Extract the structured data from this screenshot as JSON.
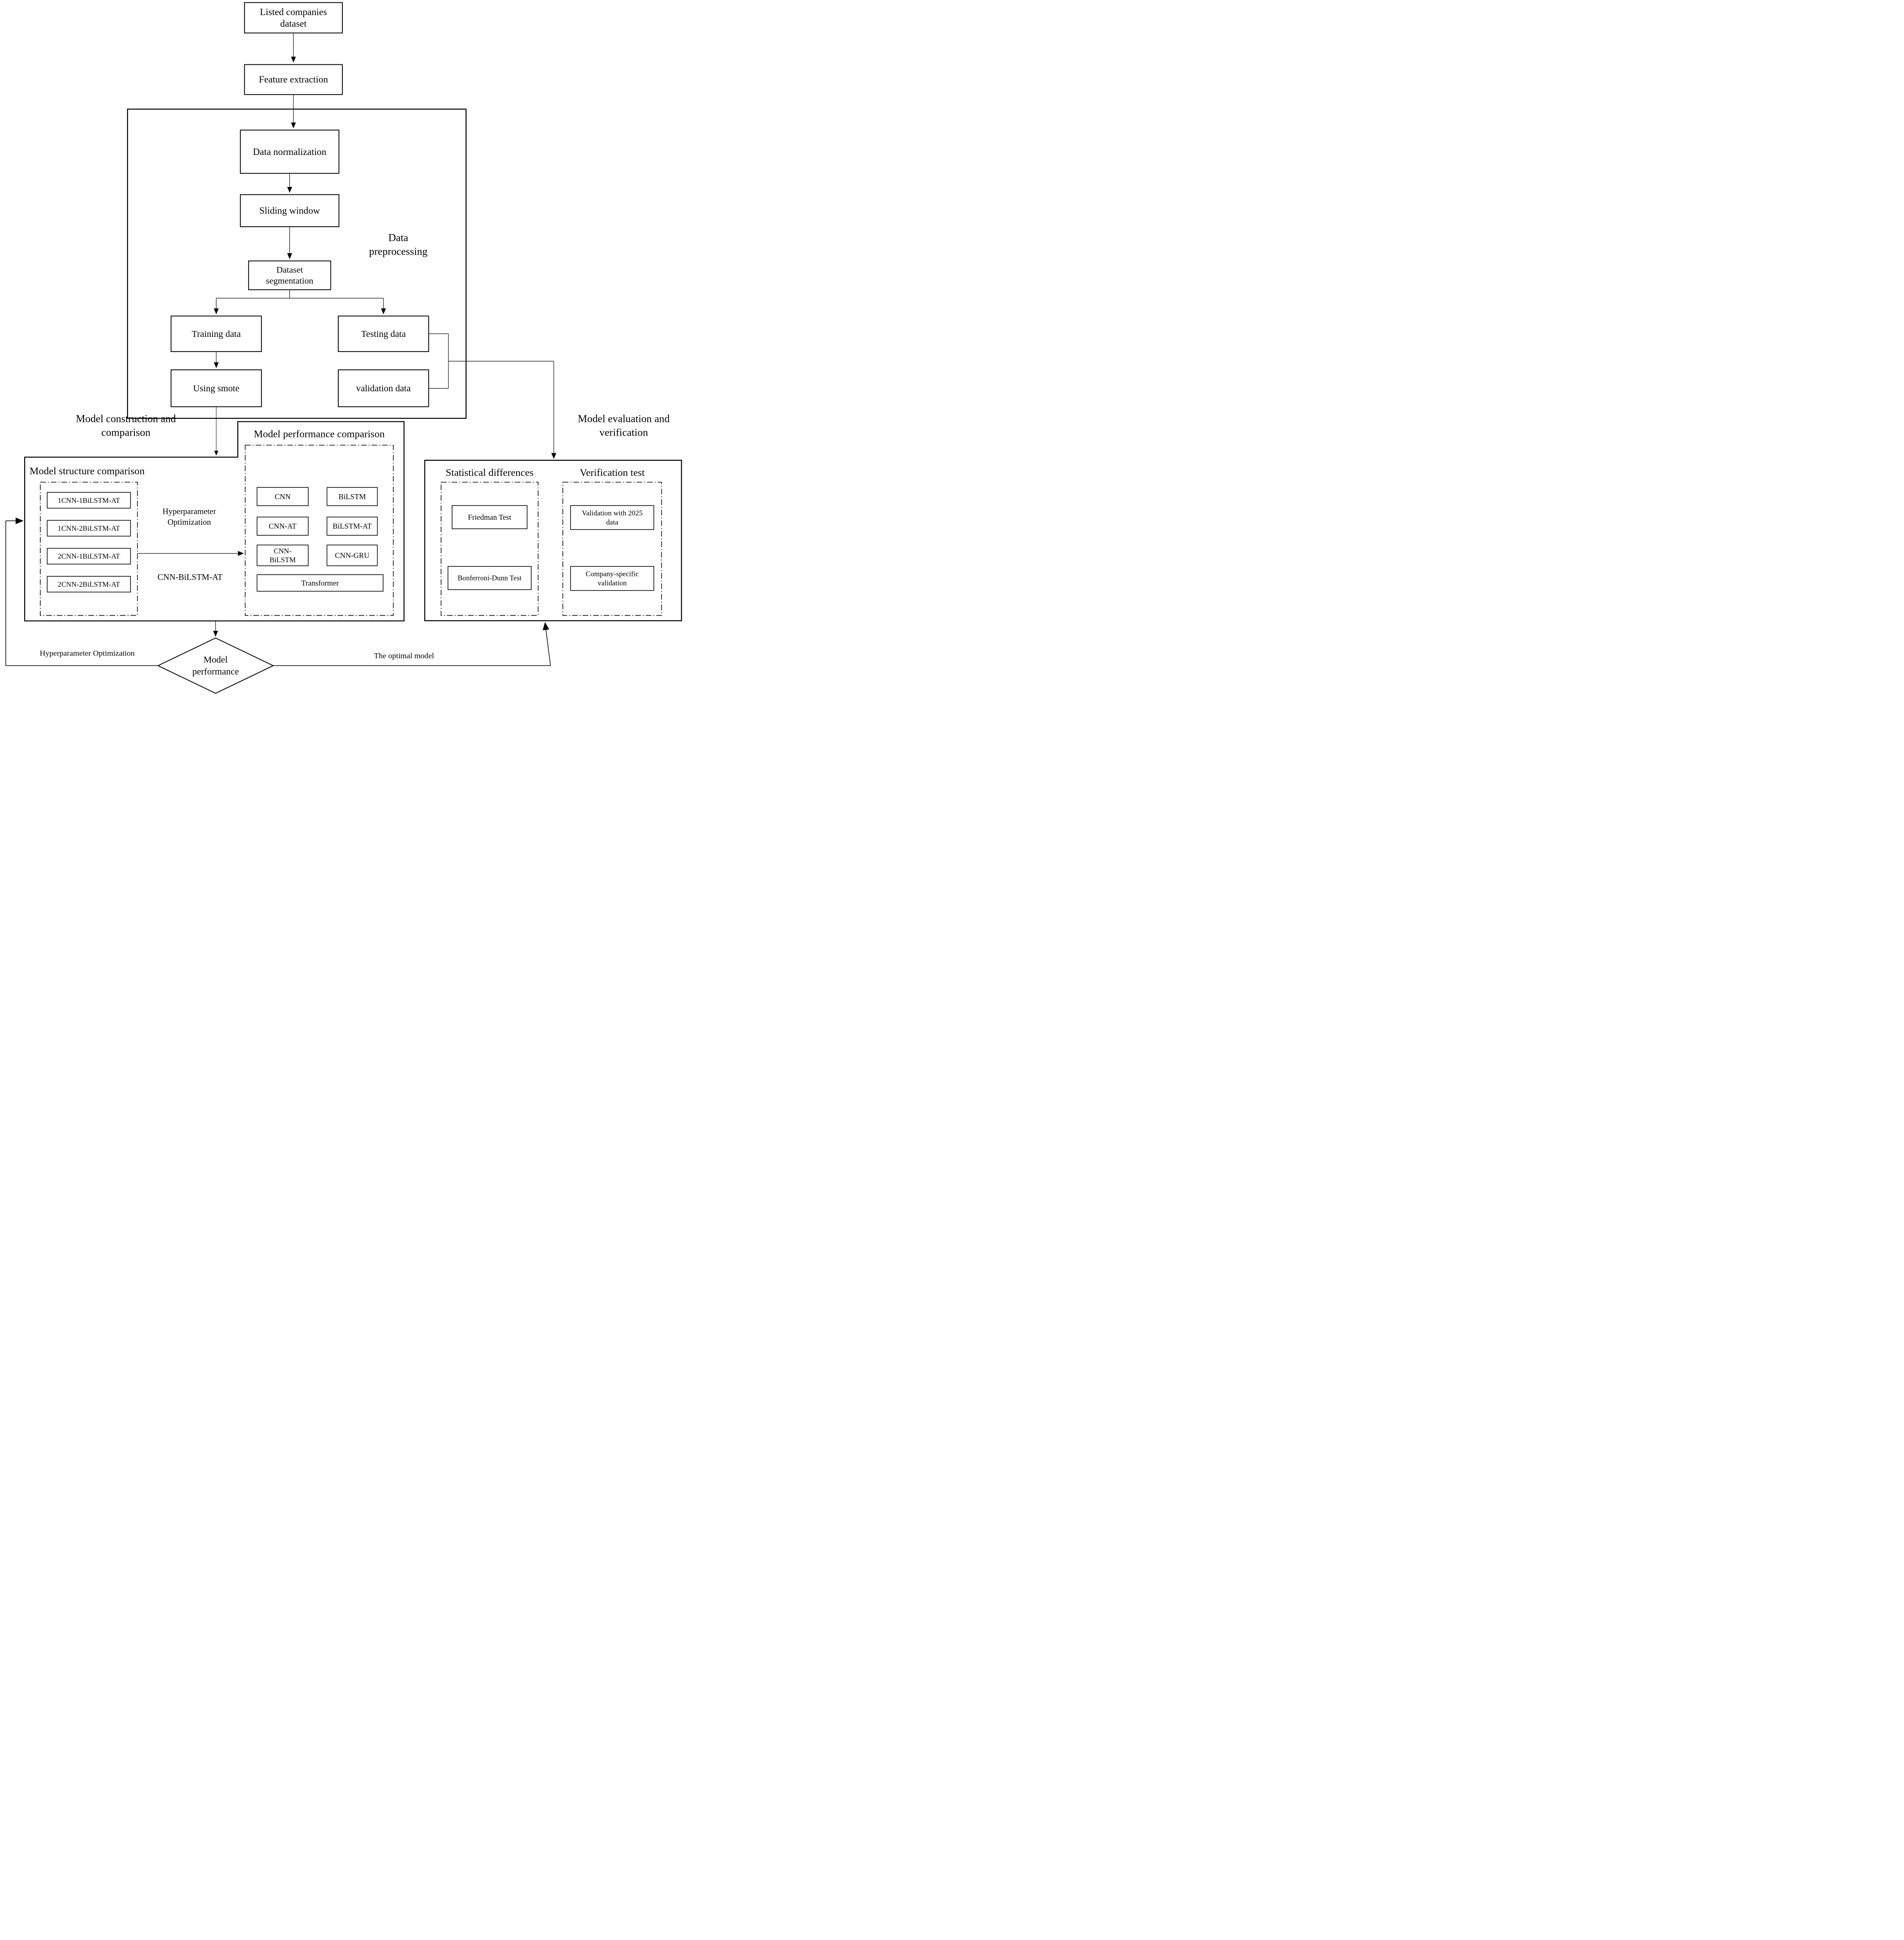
{
  "diagram": {
    "flow": {
      "listed": "Listed companies\ndataset",
      "feature": "Feature extraction",
      "normalization": "Data normalization",
      "sliding": "Sliding window",
      "segmentation": "Dataset\nsegmentation",
      "training": "Training data",
      "testing": "Testing data",
      "smote": "Using smote",
      "validation": "validation data"
    },
    "section_labels": {
      "preprocessing": "Data\npreprocessing",
      "construction": "Model construction and\ncomparison",
      "evaluation": "Model evaluation and\nverification"
    },
    "construction": {
      "structure_heading": "Model structure comparison",
      "structure_models": [
        "1CNN-1BiLSTM-AT",
        "1CNN-2BiLSTM-AT",
        "2CNN-1BiLSTM-AT",
        "2CNN-2BiLSTM-AT"
      ],
      "hyperparameter_label": "Hyperparameter\nOptimization",
      "optimized_model_label": "CNN-BiLSTM-AT",
      "performance_heading": "Model performance comparison",
      "performance_models": [
        "CNN",
        "BiLSTM",
        "CNN-AT",
        "BiLSTM-AT",
        "CNN-\nBiLSTM",
        "CNN-GRU",
        "Transformer"
      ]
    },
    "evaluation": {
      "statistical_heading": "Statistical differences",
      "verification_heading": "Verification test",
      "statistical_tests": [
        "Friedman Test",
        "Bonferroni-Dunn Test"
      ],
      "verification_tests": [
        "Validation with 2025\ndata",
        "Company-specific\nvalidation"
      ]
    },
    "decision": {
      "label": "Model\nperformance"
    },
    "edge_labels": {
      "hyperparameter_feedback": "Hyperparameter Optimization",
      "optimal_model": "The optimal model"
    },
    "colors": {
      "stroke": "#000000",
      "background": "#ffffff"
    }
  }
}
